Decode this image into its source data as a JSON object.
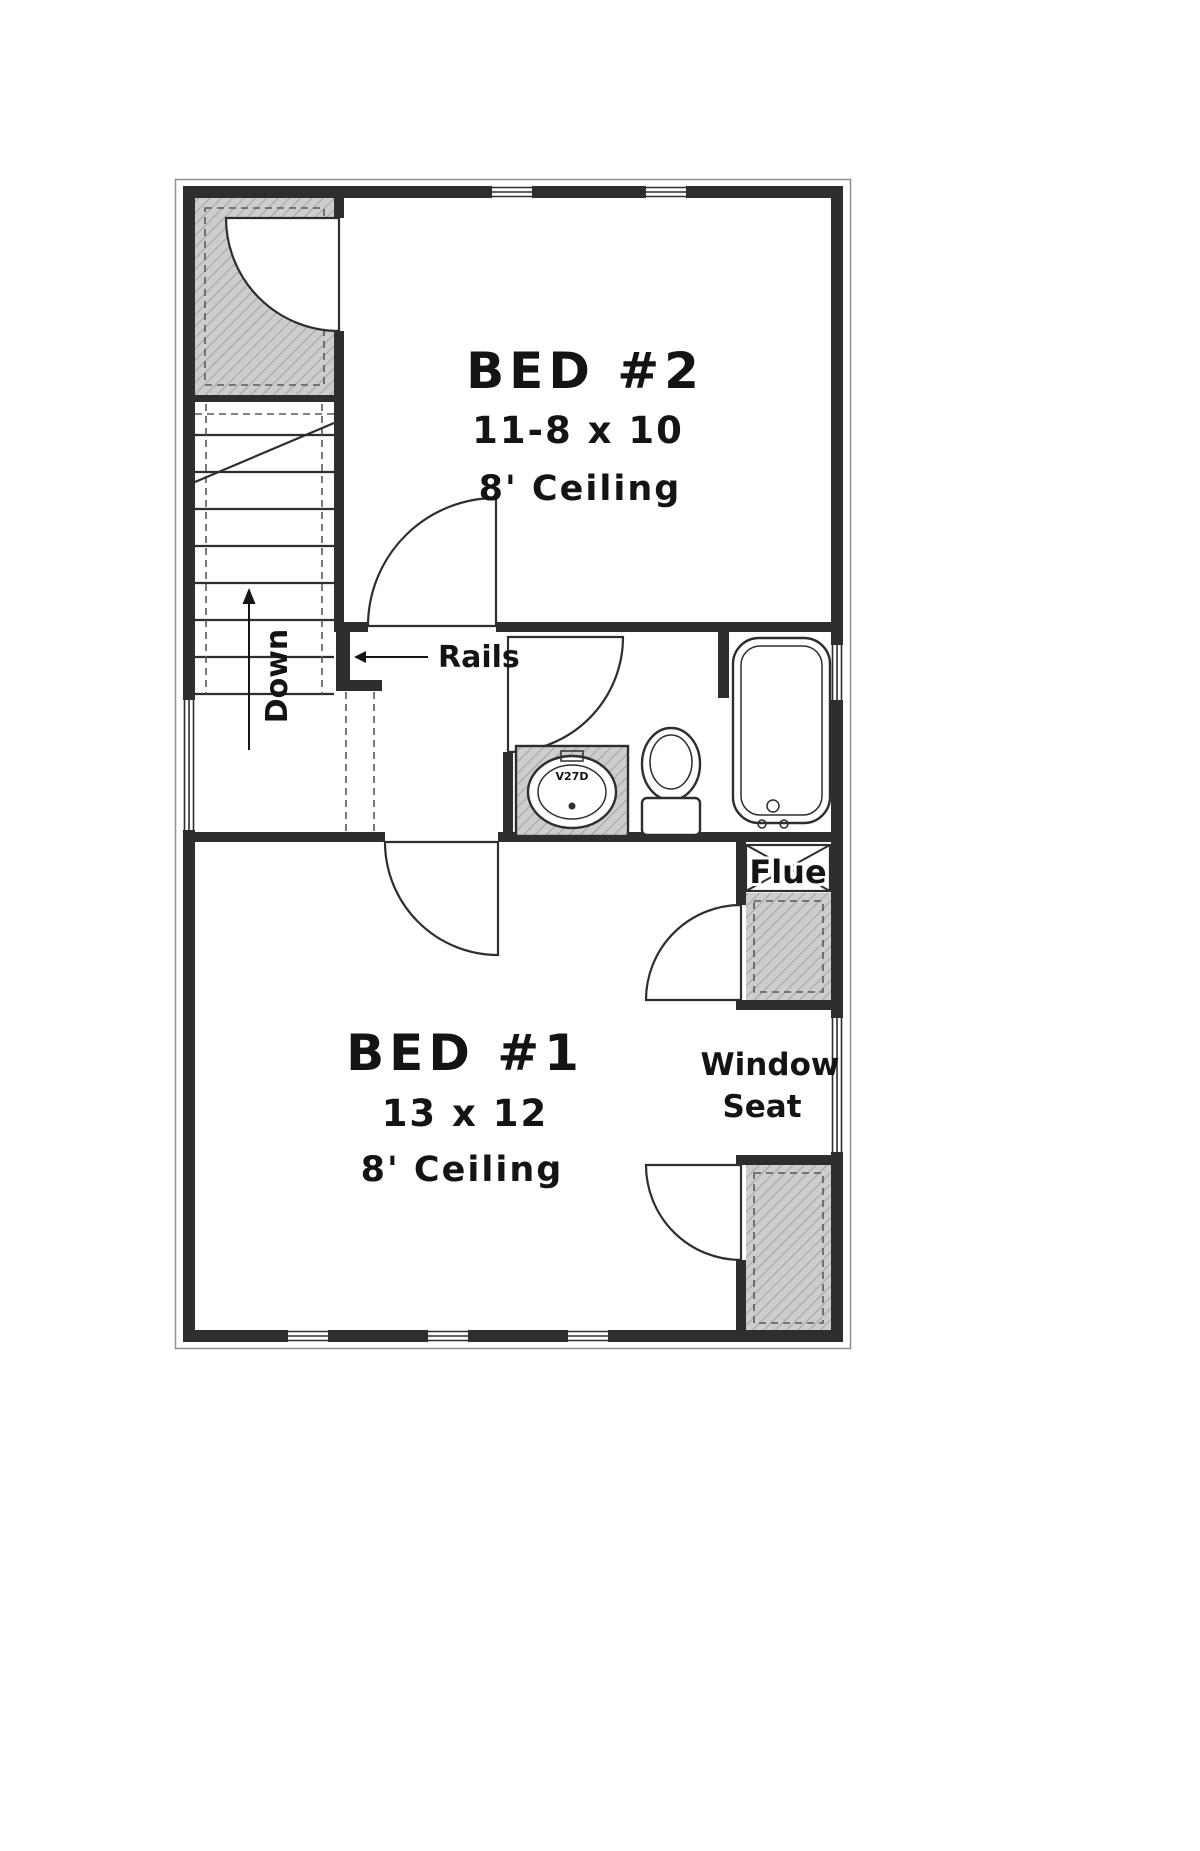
{
  "plan": {
    "bed2": {
      "name": "BED #2",
      "dims": "11-8 x 10",
      "ceiling": "8' Ceiling"
    },
    "bed1": {
      "name": "BED #1",
      "dims": "13 x 12",
      "ceiling": "8' Ceiling"
    },
    "labels": {
      "rails": "Rails",
      "down": "Down",
      "flue": "Flue",
      "window_seat_1": "Window",
      "window_seat_2": "Seat",
      "sink_model": "V27D"
    },
    "colors": {
      "wall": "#2e2e2e",
      "closet_fill": "#cdcdcd",
      "hatch_line": "#a9a9a9",
      "background": "#ffffff",
      "text": "#141414"
    }
  }
}
